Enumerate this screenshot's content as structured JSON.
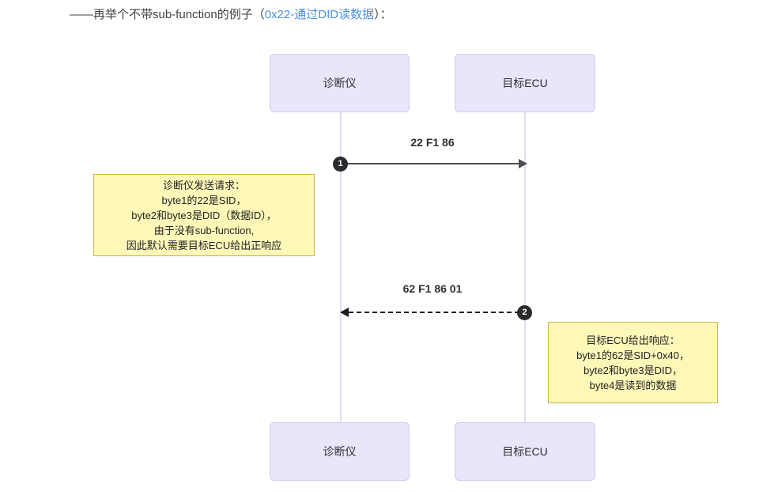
{
  "caption": {
    "prefix": "——再举个不带sub-function的例子（",
    "link": "0x22-通过DID读数据",
    "suffix": "）：",
    "link_color": "#4a90d9"
  },
  "diagram": {
    "type": "sequence-diagram",
    "actors": [
      {
        "id": "tester",
        "label": "诊断仪"
      },
      {
        "id": "ecu",
        "label": "目标ECU"
      }
    ],
    "header_boxes": [
      {
        "actor": "tester",
        "label": "诊断仪"
      },
      {
        "actor": "ecu",
        "label": "目标ECU"
      }
    ],
    "footer_boxes": [
      {
        "actor": "tester",
        "label": "诊断仪"
      },
      {
        "actor": "ecu",
        "label": "目标ECU"
      }
    ],
    "messages": [
      {
        "seq": "1",
        "label": "22 F1 86",
        "from": "tester",
        "to": "ecu",
        "direction": "right",
        "style": "solid"
      },
      {
        "seq": "2",
        "label": "62 F1 86 01",
        "from": "ecu",
        "to": "tester",
        "direction": "left",
        "style": "dashed"
      }
    ],
    "notes": [
      {
        "id": "note-request",
        "attached_to": "tester",
        "text": "诊断仪发送请求：\nbyte1的22是SID，\nbyte2和byte3是DID（数据ID），\n由于没有sub-function,\n因此默认需要目标ECU给出正响应"
      },
      {
        "id": "note-response",
        "attached_to": "ecu",
        "text": "目标ECU给出响应：\nbyte1的62是SID+0x40，\nbyte2和byte3是DID，\nbyte4是读到的数据"
      }
    ],
    "colors": {
      "actor_fill": "#e9e5fa",
      "actor_border": "#d3cbf0",
      "lifeline": "#e2dbf6",
      "note_fill": "#fdf7b8",
      "note_border": "#c9b84a",
      "arrow": "#4d4d4d",
      "seq_badge": "#2b2b2b"
    }
  }
}
